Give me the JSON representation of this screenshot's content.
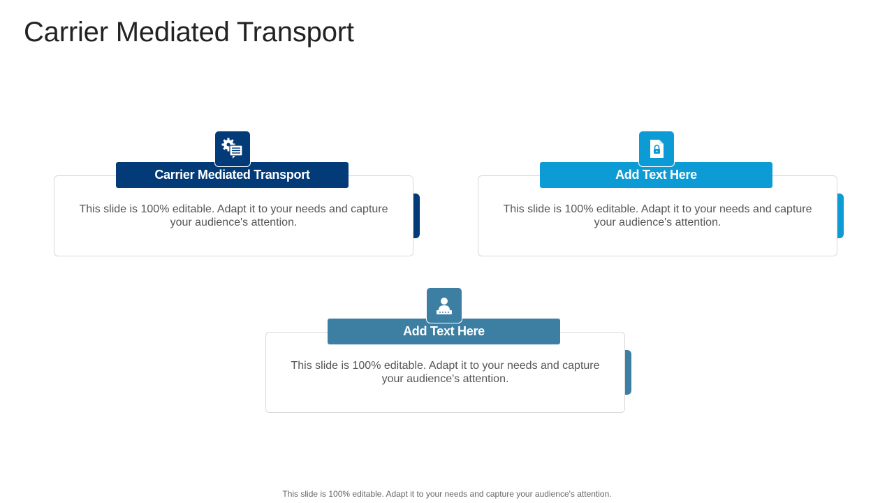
{
  "title": "Carrier Mediated Transport",
  "cards": [
    {
      "heading": "Carrier Mediated Transport",
      "body": "This slide is 100% editable. Adapt it to your needs and capture your audience's attention.",
      "icon": "gear-chat-icon",
      "color": "#033b78"
    },
    {
      "heading": "Add Text Here",
      "body": "This slide is 100% editable. Adapt it to your needs and capture your audience's attention.",
      "icon": "locked-document-icon",
      "color": "#0d9bd5"
    },
    {
      "heading": "Add Text Here",
      "body": "This slide is 100% editable. Adapt it to your needs and capture your audience's attention.",
      "icon": "person-at-computer-icon",
      "color": "#3d7fa3"
    }
  ],
  "footer": "This slide is 100% editable. Adapt it to your needs and capture your audience's attention."
}
